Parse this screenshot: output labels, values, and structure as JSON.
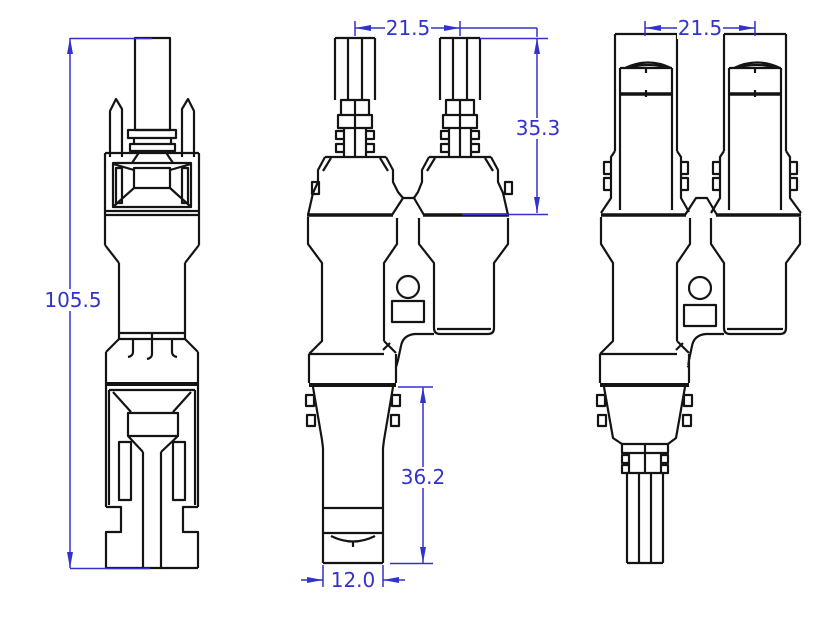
{
  "drawing": {
    "background_color": "#ffffff",
    "object_line_color": "#141414",
    "dimension_color": "#3232cc",
    "dimensions": {
      "overall_height": "105.5",
      "front_view_branch_spacing": "21.5",
      "front_view_branch_height": "35.3",
      "rear_view_branch_spacing": "21.5",
      "plug_section_length": "36.2",
      "plug_tip_width": "12.0"
    }
  }
}
